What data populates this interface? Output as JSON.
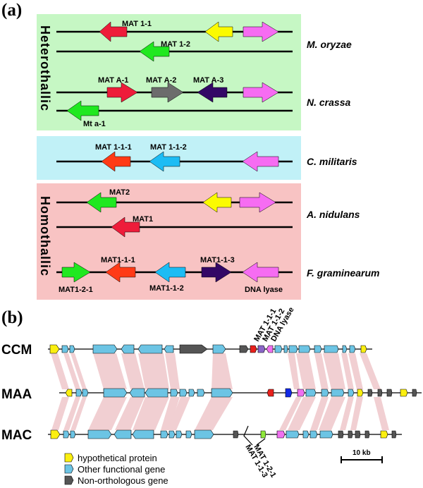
{
  "panel_a": {
    "label": "(a)",
    "group_heterothallic": "Heterothallic",
    "group_homothallic": "Homothallic",
    "species": {
      "m_oryzae": "M. oryzae",
      "n_crassa": "N. crassa",
      "c_militaris": "C. militaris",
      "a_nidulans": "A. nidulans",
      "f_graminearum": "F. graminearum"
    },
    "genes": {
      "mat_1_1": "MAT 1-1",
      "mat_1_2": "MAT 1-2",
      "mat_a_1": "MAT A-1",
      "mat_a_2": "MAT A-2",
      "mat_a_3": "MAT A-3",
      "mt_a_1": "Mt a-1",
      "mat_1_1_1_cm": "MAT 1-1-1",
      "mat_1_1_2_cm": "MAT 1-1-2",
      "mat2": "MAT2",
      "mat1": "MAT1",
      "mat1_2_1": "MAT1-2-1",
      "mat1_1_1": "MAT1-1-1",
      "mat1_1_2": "MAT1-1-2",
      "mat1_1_3": "MAT1-1-3",
      "dna_lyase": "DNA lyase"
    },
    "colors": {
      "heterothallic_bg": "#c6f7c4",
      "militaris_bg": "#c1f1f7",
      "homothallic_bg": "#f8c3c3",
      "red": "#ee1c3a",
      "green": "#20e820",
      "yellow": "#fbfb00",
      "magenta": "#f66cf2",
      "gray": "#6c6c6c",
      "dark_purple": "#330766",
      "orange_red": "#ff3a16",
      "sky_blue": "#1cbcf4"
    }
  },
  "panel_b": {
    "label": "(b)",
    "tracks": {
      "ccm": "CCM",
      "maa": "MAA",
      "mac": "MAC"
    },
    "top_labels": {
      "l1": "MAT 1-1-1",
      "l2": "MAT 1-1-2",
      "l3": "DNA lyase"
    },
    "bottom_labels": {
      "l1": "MAT 1-2-1",
      "l2": "MAT 1-1-3"
    },
    "legend": {
      "hypothetical": "hypothetical protein",
      "functional": "Other functional gene",
      "non_orthologous": "Non-orthologous gene"
    },
    "scale_bar": "10 kb",
    "colors": {
      "hypothetical": "#fbef10",
      "functional": "#6cc4e4",
      "non_orthologous": "#555555",
      "synteny": "#f1cdd0",
      "mat111": "#e8211c",
      "mat112": "#8a66c7",
      "mat121": "#8ee83a",
      "mat113": "#1229e6",
      "dna_lyase": "#f070f0"
    }
  }
}
